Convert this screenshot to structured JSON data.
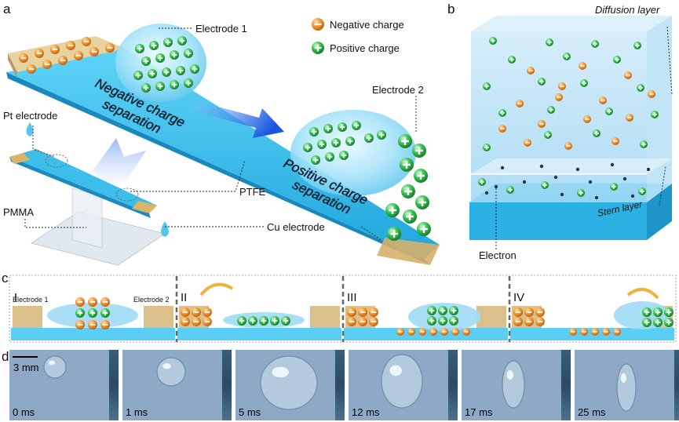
{
  "panels": {
    "a": "a",
    "b": "b",
    "c": "c",
    "d": "d"
  },
  "panel_a": {
    "electrode1": "Electrode 1",
    "electrode2": "Electrode 2",
    "legend_negative": "Negative charge",
    "legend_positive": "Positive charge",
    "pt_electrode": "Pt electrode",
    "ptfe": "PTFE",
    "pmma": "PMMA",
    "cu_electrode": "Cu electrode",
    "neg_sep_line1": "Negative charge",
    "neg_sep_line2": "separation",
    "pos_sep_line1": "Positive charge",
    "pos_sep_line2": "separation"
  },
  "panel_b": {
    "diffusion": "Diffusion layer",
    "stern": "Stern layer",
    "electron": "Electron"
  },
  "panel_c": {
    "stages": [
      "I",
      "II",
      "III",
      "IV"
    ],
    "electrode1": "Electrode 1",
    "electrode2": "Electrode 2"
  },
  "panel_d": {
    "scale": "3 mm",
    "times": [
      "0 ms",
      "1 ms",
      "5 ms",
      "12 ms",
      "17 ms",
      "25 ms"
    ]
  },
  "colors": {
    "negative": "#f0902a",
    "positive": "#2fbf4a",
    "water": "#7fd3f5",
    "substrate": "#2fb4e6",
    "electrode": "#d9b878"
  }
}
